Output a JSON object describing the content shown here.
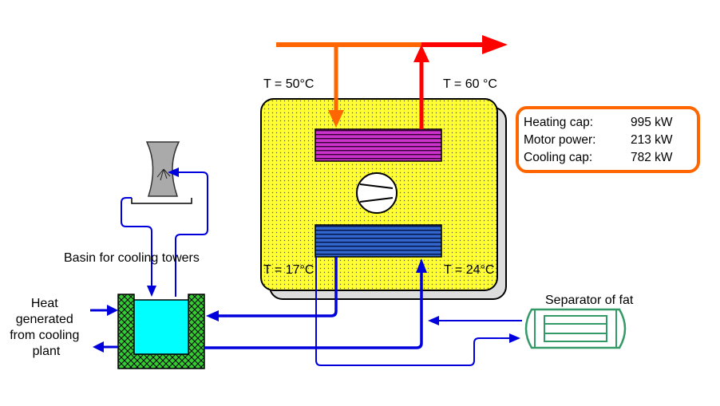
{
  "temps": {
    "hot_in": "T = 50°C",
    "hot_out": "T = 60   °C",
    "cold_out": "T = 17°C",
    "cold_in": "T = 24°C"
  },
  "info_box": {
    "rows": [
      {
        "label": "Heating cap:",
        "value": "995 kW"
      },
      {
        "label": "Motor power:",
        "value": "213 kW"
      },
      {
        "label": "Cooling cap:",
        "value": "782 kW"
      }
    ]
  },
  "labels": {
    "basin": "Basin for cooling towers",
    "separator": "Separator of fat",
    "heat_source": [
      "Heat",
      "generated",
      "from cooling",
      "plant"
    ]
  },
  "colors": {
    "hot_line": "#ff6600",
    "hot_out_line": "#ff0000",
    "water_line": "#0000dd",
    "heat_pump_body": "#ffff33",
    "condenser": "#cc33cc",
    "evaporator": "#3366cc",
    "basin_wall": "#33cc33",
    "basin_water": "#00ffff",
    "separator": "#339966",
    "info_border": "#ff6600"
  }
}
